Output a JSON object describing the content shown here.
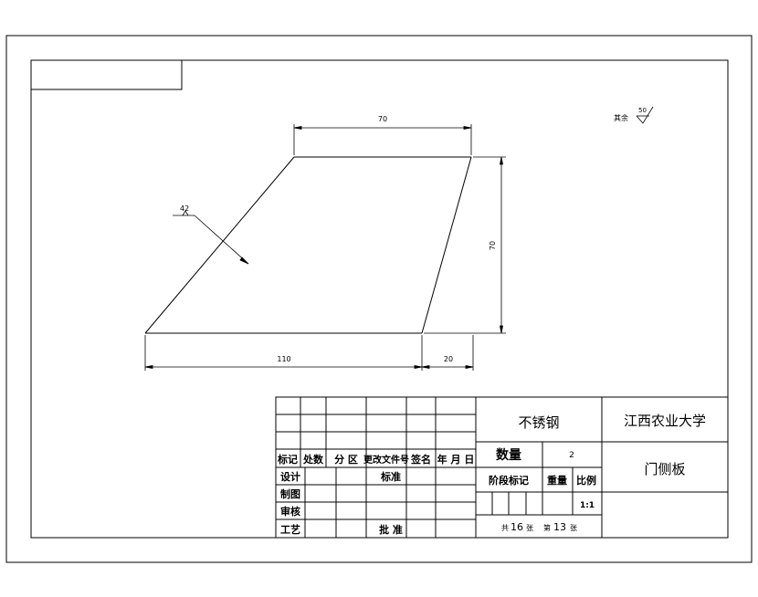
{
  "drawing": {
    "dimensions": {
      "top_width": "70",
      "right_height": "70",
      "bottom_width": "110",
      "offset_width": "20",
      "weld_callout": "42",
      "surface_roughness_label": "其余",
      "surface_roughness_value": "50"
    }
  },
  "title_block": {
    "material": "不锈钢",
    "school": "江西农业大学",
    "part_name": "门侧板",
    "quantity_label": "数量",
    "quantity_value": "2",
    "stage_mark_label": "阶段标记",
    "weight_label": "重量",
    "scale_label": "比例",
    "scale_value": "1:1",
    "sheet_total_prefix": "共",
    "sheet_total": "16",
    "sheet_total_suffix": "张",
    "sheet_no_prefix": "第",
    "sheet_no": "13",
    "sheet_no_suffix": "张",
    "rev_headers": {
      "mark": "标记",
      "count": "处数",
      "zone": "分 区",
      "doc": "更改文件号",
      "sign": "签名",
      "date": "年 月 日"
    },
    "roles": {
      "design": "设计",
      "standard": "标准",
      "draw": "制图",
      "review": "审核",
      "process": "工艺",
      "approve": "批 准"
    }
  }
}
